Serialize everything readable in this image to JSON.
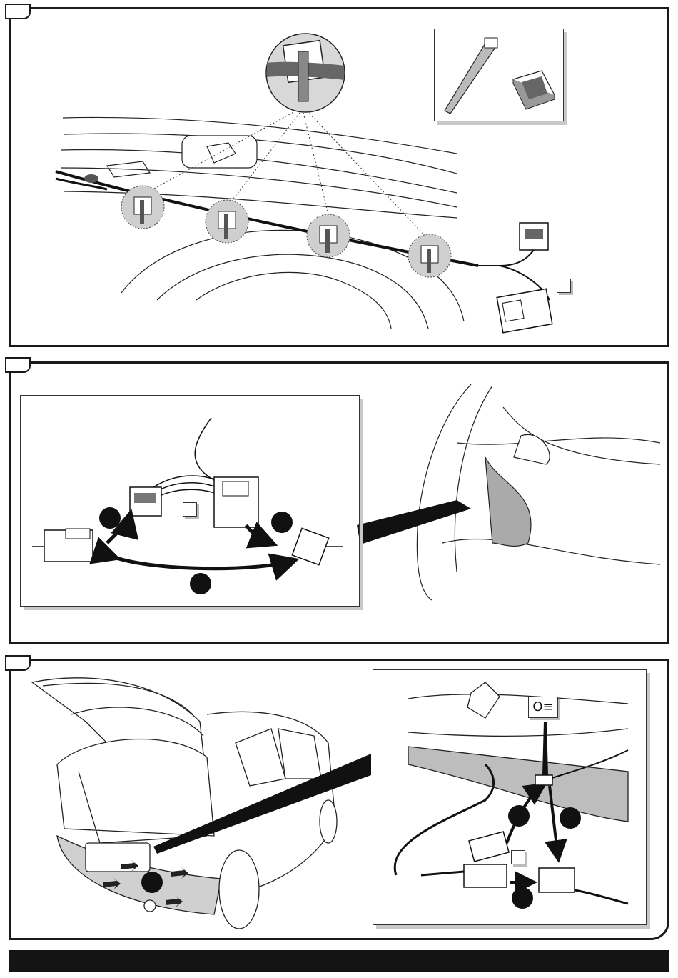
{
  "colors": {
    "ink": "#1a1a1a",
    "tint": "#9a9a9a",
    "light_tint": "#d0d0d0",
    "shadow": "#c8c8c8"
  },
  "panels": [
    {
      "step": "",
      "content": "cable-tie-routing"
    },
    {
      "step": "",
      "content": "connector-plug-in"
    },
    {
      "step": "",
      "content": "rear-fog-lamp-connection"
    }
  ],
  "icons": {
    "cable_tie": "cable-tie-icon",
    "adhesive_base": "adhesive-mount-icon",
    "rear_fog_lamp": "rear-fog-lamp-icon",
    "exhaust_fumes": "arrow-icon"
  },
  "fog_lamp_symbol": "O≡"
}
